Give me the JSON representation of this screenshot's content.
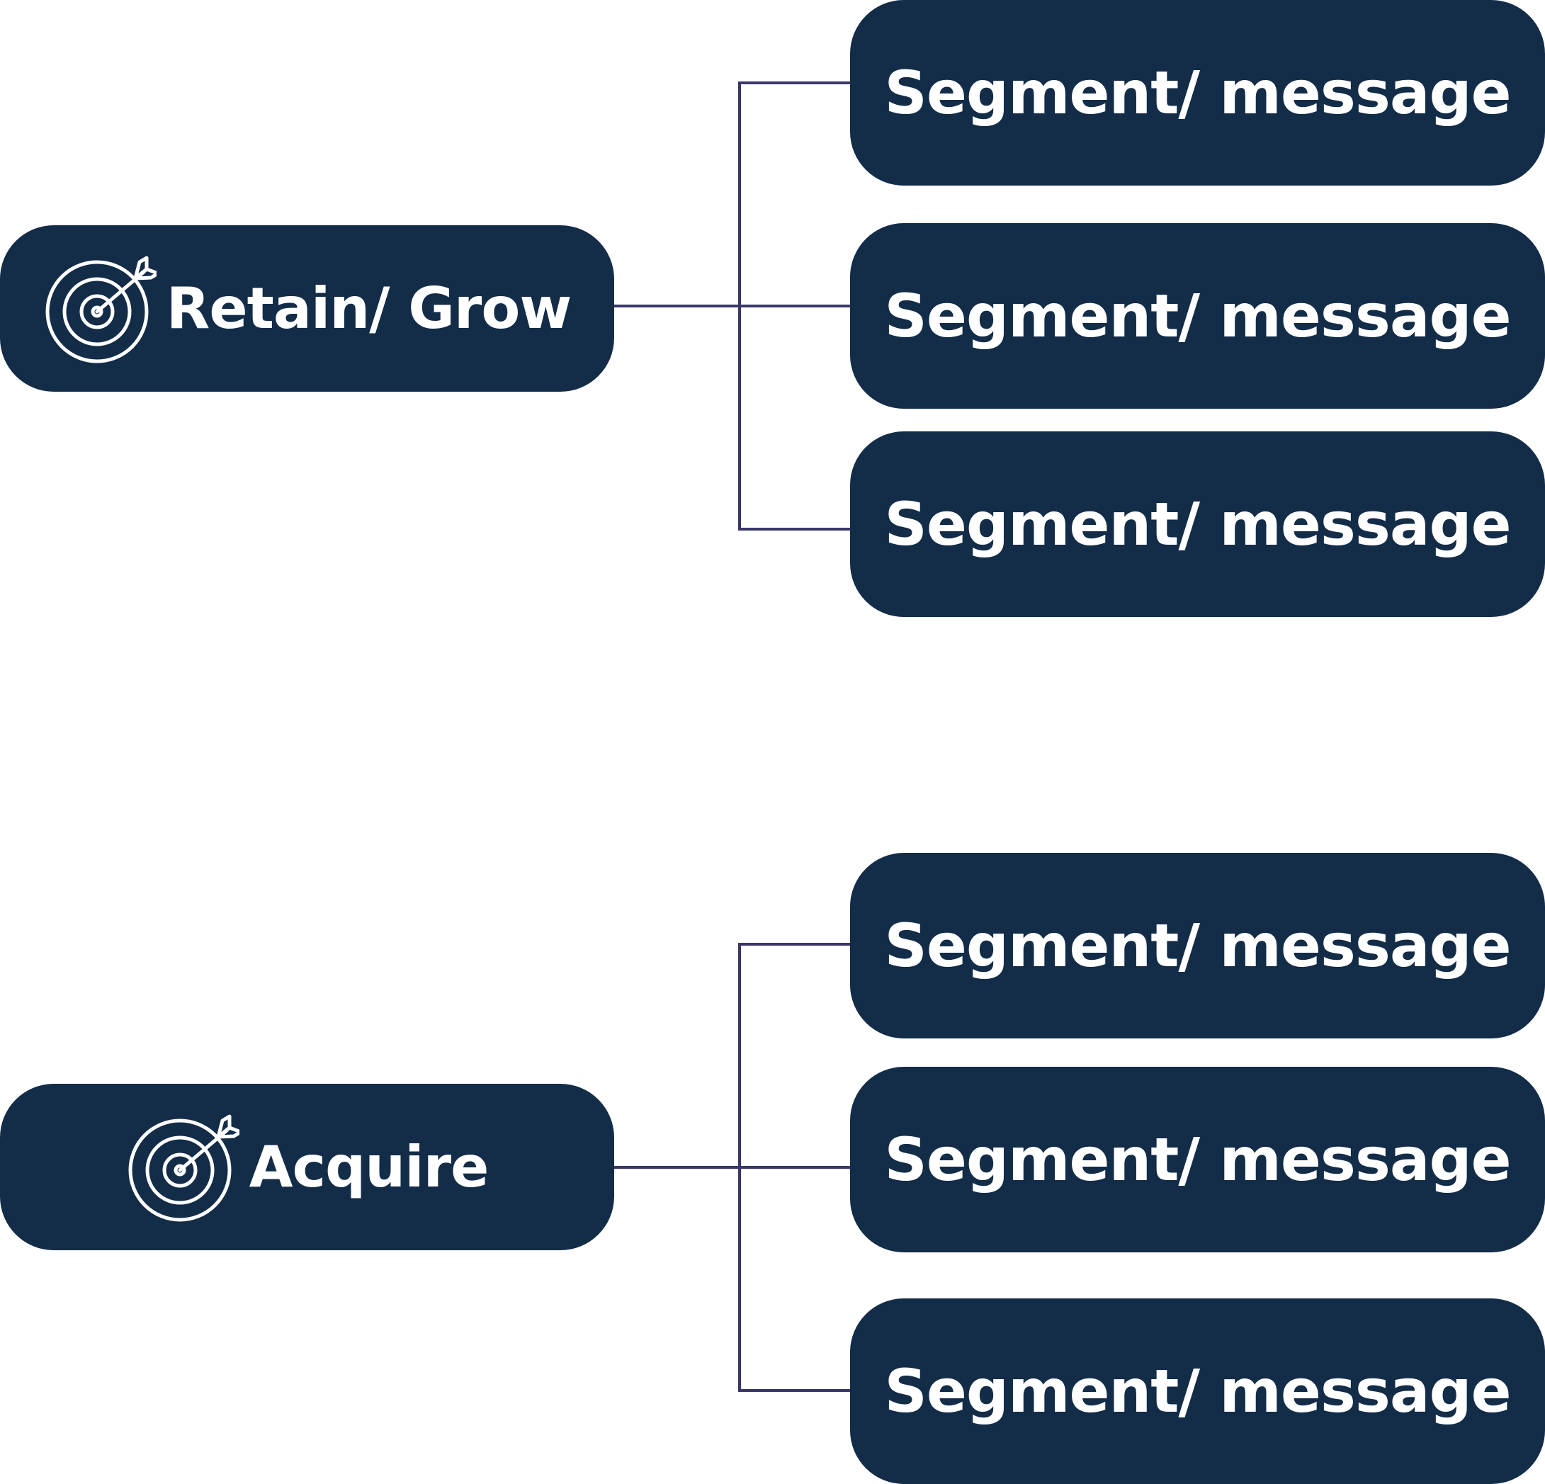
{
  "colors": {
    "node_fill": "#132c47",
    "node_text": "#ffffff",
    "connector": "#3a3768"
  },
  "groups": [
    {
      "label": "Retain/ Grow",
      "icon": "target-arrow-icon",
      "segments": [
        {
          "label": "Segment/ message"
        },
        {
          "label": "Segment/ message"
        },
        {
          "label": "Segment/ message"
        }
      ]
    },
    {
      "label": "Acquire",
      "icon": "target-arrow-icon",
      "segments": [
        {
          "label": "Segment/ message"
        },
        {
          "label": "Segment/ message"
        },
        {
          "label": "Segment/ message"
        }
      ]
    }
  ]
}
